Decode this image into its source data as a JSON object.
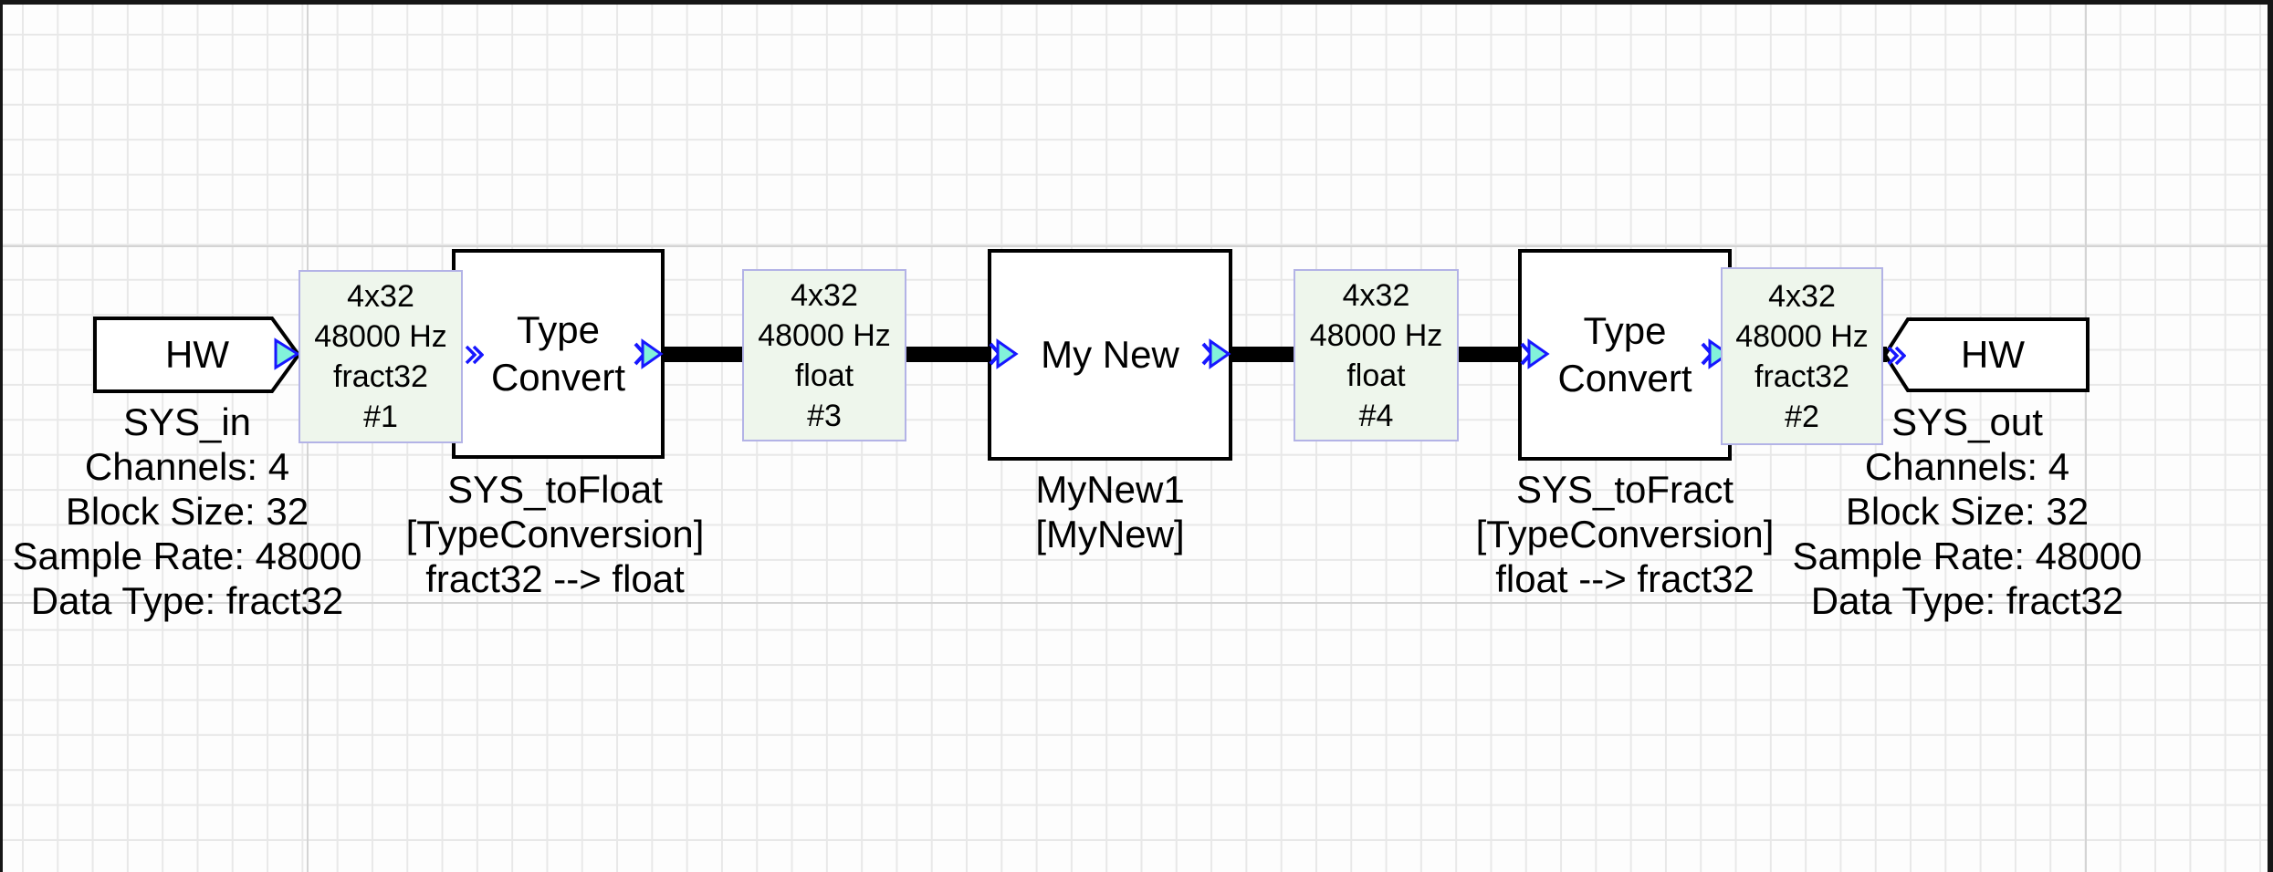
{
  "diagram": {
    "nodes": {
      "sys_in": {
        "label": "HW",
        "caption": [
          "SYS_in",
          "Channels: 4",
          "Block Size: 32",
          "Sample Rate: 48000",
          "Data Type: fract32"
        ]
      },
      "sys_to_float": {
        "label": "Type Convert",
        "caption": [
          "SYS_toFloat",
          "[TypeConversion]",
          "fract32 --> float"
        ]
      },
      "my_new1": {
        "label": "My New",
        "caption": [
          "MyNew1",
          "[MyNew]"
        ]
      },
      "sys_to_fract": {
        "label": "Type Convert",
        "caption": [
          "SYS_toFract",
          "[TypeConversion]",
          "float --> fract32"
        ]
      },
      "sys_out": {
        "label": "HW",
        "caption": [
          "SYS_out",
          "Channels: 4",
          "Block Size: 32",
          "Sample Rate: 48000",
          "Data Type: fract32"
        ]
      }
    },
    "wire_labels": {
      "w1": {
        "lines": [
          "4x32",
          "48000 Hz",
          "fract32",
          "#1"
        ]
      },
      "w3": {
        "lines": [
          "4x32",
          "48000 Hz",
          "float",
          "#3"
        ]
      },
      "w4": {
        "lines": [
          "4x32",
          "48000 Hz",
          "float",
          "#4"
        ]
      },
      "w2": {
        "lines": [
          "4x32",
          "48000 Hz",
          "fract32",
          "#2"
        ]
      }
    },
    "colors": {
      "pin_fill": "#82f2da",
      "pin_stroke": "#1717ff",
      "wire": "#000000",
      "wire_label_fill": "#eef6ec",
      "wire_label_border": "#b3b3e6",
      "block_fill": "#ffffff",
      "block_border": "#000000",
      "grid_line": "#e8e8e8",
      "grid_major_line": "#d4d4d4",
      "canvas_bg": "#fdfdfd"
    }
  }
}
